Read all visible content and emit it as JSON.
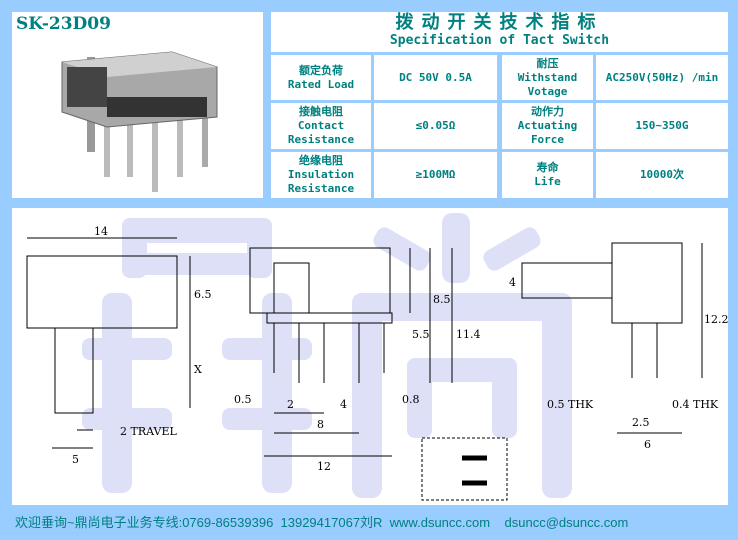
{
  "model": "SK-23D09",
  "spec": {
    "title_zh": "拨动开关技术指标",
    "title_en": "Specification of Tact Switch",
    "rows": [
      {
        "l_zh": "额定负荷",
        "l_en": "Rated Load",
        "l_val": "DC 50V 0.5A",
        "r_zh": "耐压",
        "r_en": "Withstand Votage",
        "r_val": "AC250V(50Hz) /min"
      },
      {
        "l_zh": "接触电阻",
        "l_en": "Contact Resistance",
        "l_val": "≤0.05Ω",
        "r_zh": "动作力",
        "r_en": "Actuating Force",
        "r_val": "150~350G"
      },
      {
        "l_zh": "绝缘电阻",
        "l_en": "Insulation Resistance",
        "l_val": "≥100MΩ",
        "r_zh": "寿命",
        "r_en": "Life",
        "r_val": "10000次"
      }
    ]
  },
  "watermark": "鼎尚",
  "dims": {
    "d14": "14",
    "d65": "6.5",
    "dx": "X",
    "travel": "2 TRAVEL",
    "d5": "5",
    "d05": "0.5",
    "d2": "2",
    "d4": "4",
    "d8": "8",
    "d12": "12",
    "d55": "5.5",
    "d85": "8.5",
    "d114": "11.4",
    "d08": "0.8",
    "d122": "12.2",
    "d4b": "4",
    "thk05": "0.5 THK",
    "thk04": "0.4 THK",
    "d25": "2.5",
    "d6": "6"
  },
  "footer": "欢迎垂询~鼎尚电子业务专线:0769-86539396  13929417067刘R  www.dsuncc.com    dsuncc@dsuncc.com"
}
